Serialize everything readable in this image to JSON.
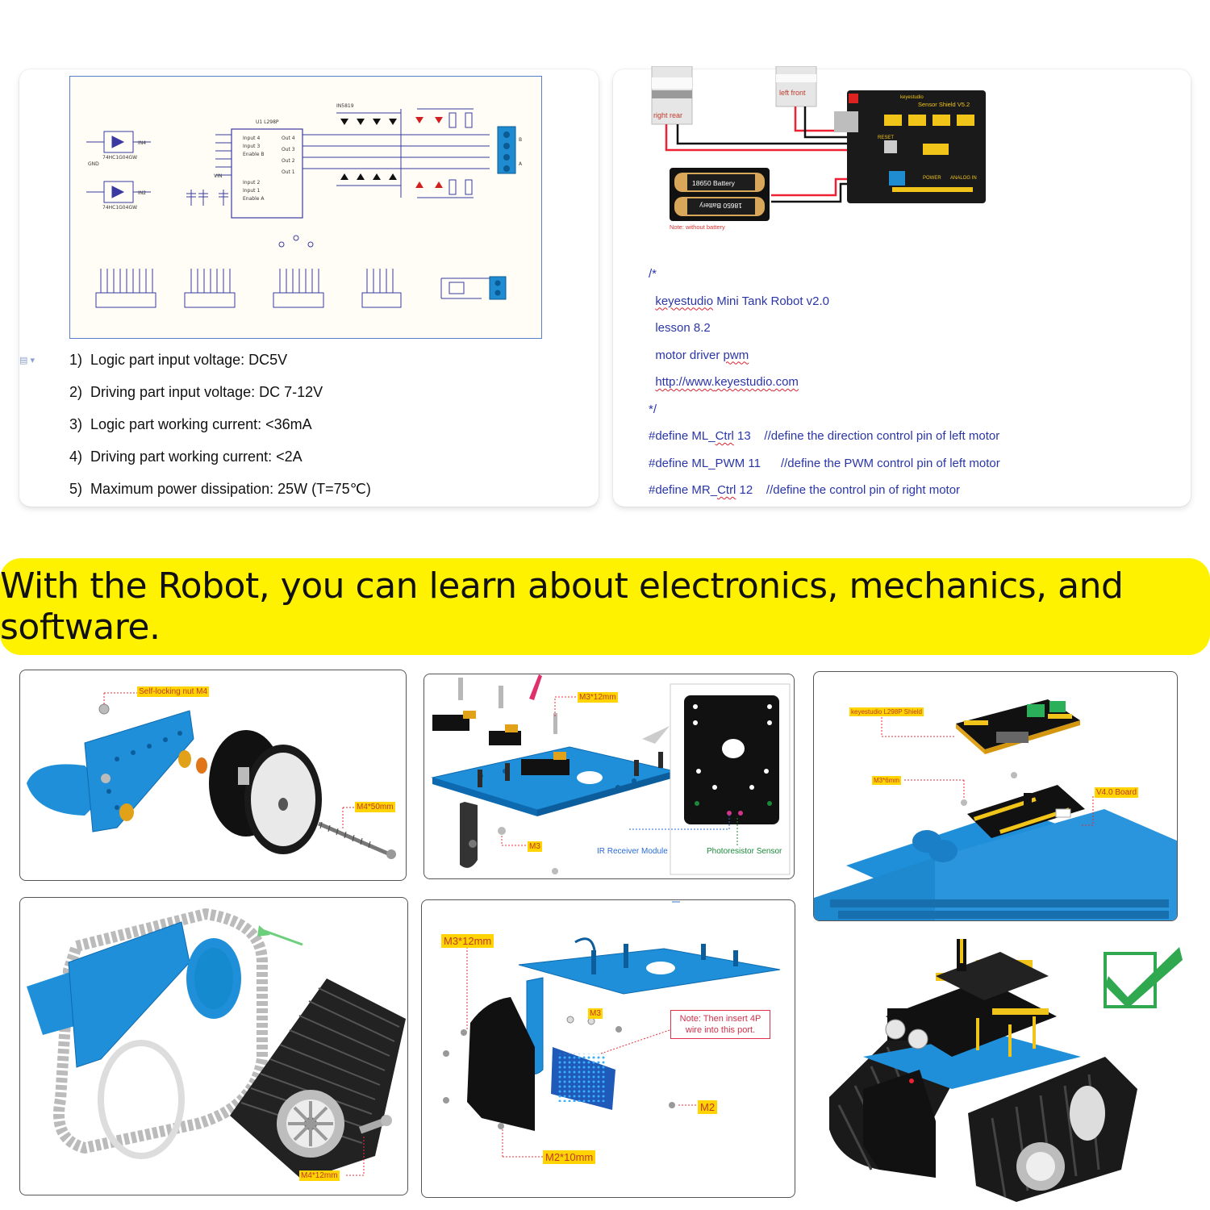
{
  "spec_card": {
    "items": [
      {
        "num": "1)",
        "text": "Logic part input voltage: DC5V"
      },
      {
        "num": "2)",
        "text": "Driving part input voltage: DC 7-12V"
      },
      {
        "num": "3)",
        "text": "Logic part working current: <36mA"
      },
      {
        "num": "4)",
        "text": "Driving part working current: <2A"
      },
      {
        "num": "5)",
        "text": "Maximum power dissipation: 25W (T=75℃)"
      }
    ],
    "schematic_labels": {
      "u1": "U1   L298P",
      "pins_left": [
        "Input 4",
        "Input 3",
        "Enable B",
        "Input 2",
        "Input 1",
        "Enable A"
      ],
      "pins_right": [
        "Out 4",
        "Out 3",
        "Out 2",
        "Out 1"
      ],
      "chip1": "74HC1G04GW",
      "chip2": "74HC1G04GW",
      "in4": "IN4",
      "in2": "IN2",
      "gnd": "GND",
      "vin": "VIN",
      "diodes_top": "IN5819",
      "connB": "B",
      "connA": "A"
    }
  },
  "code_card": {
    "wiring": {
      "right_rear": "right rear",
      "left_front": "left front",
      "battery_top": "18650 Battery",
      "battery_bottom": "18650 Battery",
      "battery_note": "Note: without battery",
      "shield_title": "Sensor Shield V5.2",
      "brand": "keyestudio",
      "reset": "RESET",
      "power": "POWER",
      "analog": "ANALOG IN"
    },
    "lines": {
      "l1": "/*",
      "l2a": "keyestudio",
      "l2b": " Mini Tank Robot v2.0",
      "l3": "lesson 8.2",
      "l4a": "motor driver ",
      "l4b": "pwm",
      "l5a": "http://www.",
      "l5b": "keyestudio",
      "l5c": ".com",
      "l6": "*/",
      "l7a": "#define ML_",
      "l7b": "Ctrl",
      "l7c": " 13    //define the direction control pin of left motor",
      "l8": "#define ML_PWM 11      //define the PWM control pin of left motor",
      "l9a": "#define MR_",
      "l9b": "Ctrl",
      "l9c": " 12    //define the control pin of right motor"
    }
  },
  "banner": {
    "text": "With the Robot, you can learn about electronics, mechanics, and software."
  },
  "assembly": {
    "wheel_panel": {
      "nut": "Self-locking nut M4",
      "screw": "M4*50mm"
    },
    "plate_panel": {
      "screw": "M3*12mm",
      "nut": "M3",
      "ir": "IR Receiver Module",
      "photo": "Photoresistor Sensor"
    },
    "shield_panel": {
      "shield": "keyestudio L298P Shield",
      "screw": "M3*6mm",
      "board": "V4.0 Board"
    },
    "track_panel": {
      "screw": "M4*12mm"
    },
    "front_panel": {
      "screw1": "M3*12mm",
      "nut": "M3",
      "note": "Note:   Then insert 4P wire into this port.",
      "m2": "M2",
      "screw2": "M2*10mm"
    }
  },
  "colors": {
    "banner": "#fff200",
    "acrylic_blue": "#1e8fd8",
    "label_bg": "#ffd400",
    "code_blue": "#2a36a8",
    "check_green": "#2fa84f"
  }
}
